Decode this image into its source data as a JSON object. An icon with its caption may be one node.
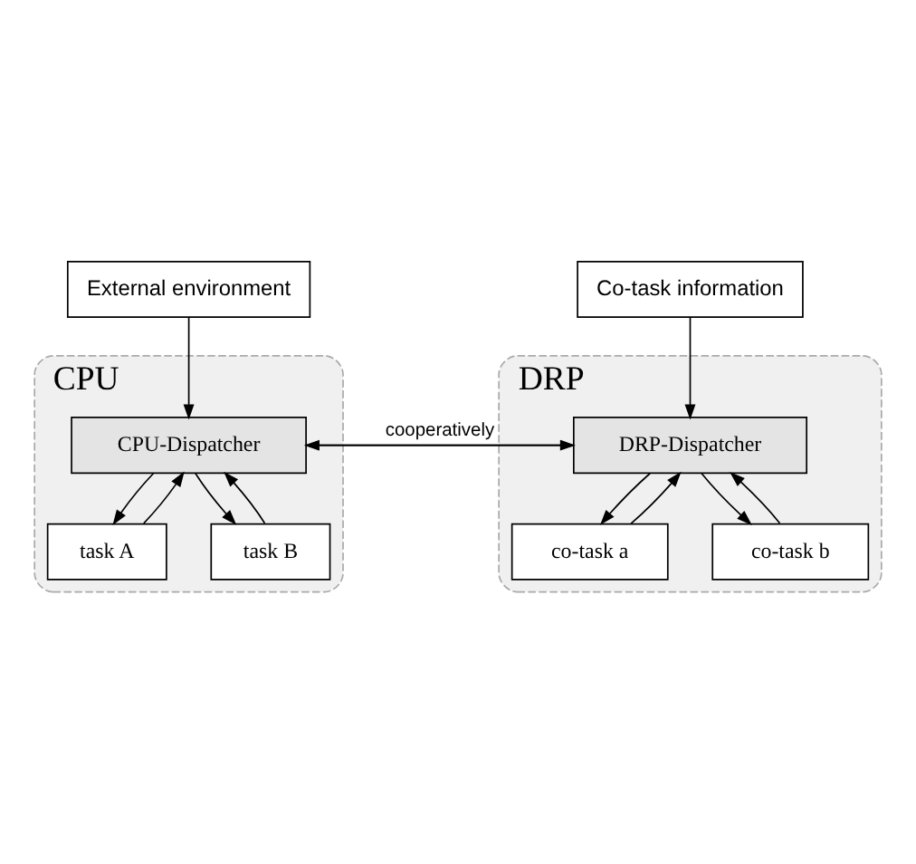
{
  "diagram": {
    "nodes": [
      {
        "text": [
          "External environment"
        ]
      },
      {
        "text": [
          "Co-task information"
        ]
      },
      {
        "text": [
          "CPU"
        ]
      },
      {
        "text": [
          "CPU-Dispatcher"
        ],
        "in": 2
      },
      {
        "text": [
          "task A"
        ],
        "in": 2
      },
      {
        "text": [
          "task B"
        ],
        "in": 2
      },
      {
        "text": [
          "DRP"
        ]
      },
      {
        "text": [
          "DRP-Dispatcher"
        ],
        "in": 6
      },
      {
        "text": [
          "co-task a"
        ],
        "in": 6
      },
      {
        "text": [
          "co-task b"
        ],
        "in": 6
      }
    ],
    "edges": [
      {
        "from": 0,
        "to": 3,
        "arrow": "to"
      },
      {
        "from": 1,
        "to": 7,
        "arrow": "to"
      },
      {
        "from": 3,
        "to": 7,
        "arrow": "to"
      },
      {
        "from": 7,
        "to": 3,
        "arrow": "to",
        "label": "cooperatively"
      },
      {
        "from": 3,
        "to": 5,
        "arrow": "to"
      },
      {
        "from": 3,
        "to": 4,
        "arrow": "to"
      },
      {
        "from": 5,
        "to": 3,
        "arrow": "to"
      },
      {
        "from": 4,
        "to": 3,
        "arrow": "to"
      },
      {
        "from": 7,
        "to": 9,
        "arrow": "to"
      },
      {
        "from": 7,
        "to": 8,
        "arrow": "to"
      },
      {
        "from": 9,
        "to": 7,
        "arrow": "to"
      },
      {
        "from": 8,
        "to": 7,
        "arrow": "to"
      }
    ]
  }
}
